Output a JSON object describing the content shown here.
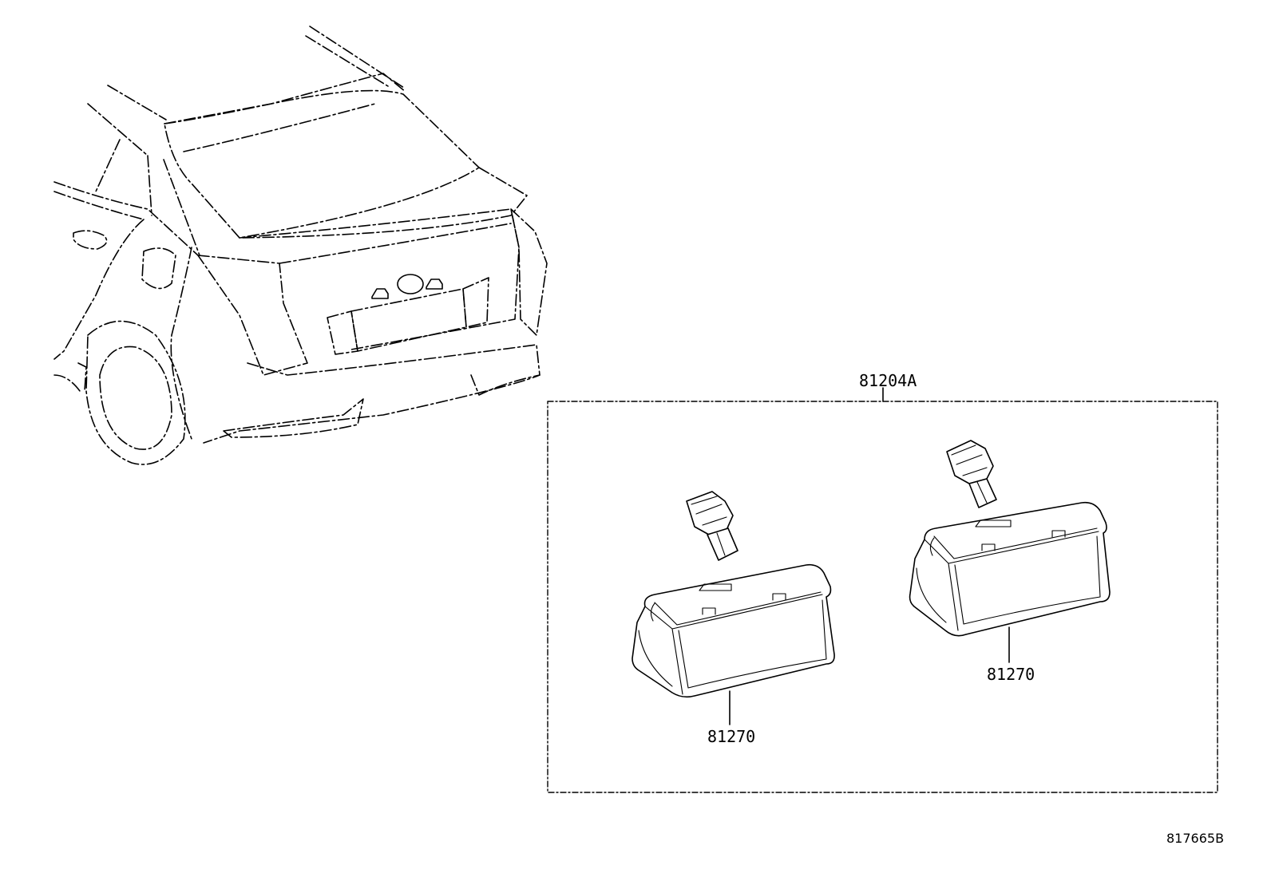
{
  "diagram": {
    "assembly_label": "81204A",
    "part_labels": [
      "81270",
      "81270"
    ],
    "drawing_reference": "817665B"
  },
  "icons": {
    "vehicle": "vehicle-rear-icon",
    "lamp": "license-plate-lamp-icon",
    "connector": "socket-connector-icon"
  }
}
